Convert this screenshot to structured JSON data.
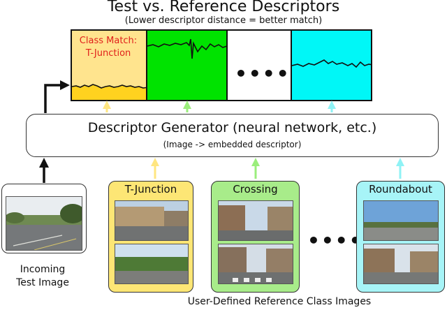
{
  "title": "Test vs. Reference Descriptors",
  "subtitle": "(Lower descriptor distance = better match)",
  "match_label": [
    "Class Match:",
    "T-Junction"
  ],
  "ellipsis": "•••••",
  "generator": {
    "title": "Descriptor Generator (neural network, etc.)",
    "subtitle": "(Image -> embedded descriptor)"
  },
  "test_image_caption": [
    "Incoming",
    "Test Image"
  ],
  "classes": [
    {
      "label": "T-Junction",
      "color": "#fde675"
    },
    {
      "label": "Crossing",
      "color": "#a8ec8a"
    },
    {
      "label": "Roundabout",
      "color": "#a7f4f7"
    }
  ],
  "class_ellipsis": "•••••",
  "bottom_caption": "User-Defined Reference Class Images",
  "colors": {
    "tjunction_panel": "#ffdb4a",
    "tjunction_fill": "#ffe48e",
    "crossing_panel": "#00e300",
    "roundabout_panel": "#00f7f7",
    "arrow_yellow": "#ffe680",
    "arrow_green": "#9bee7c",
    "arrow_cyan": "#8ff2f5"
  }
}
